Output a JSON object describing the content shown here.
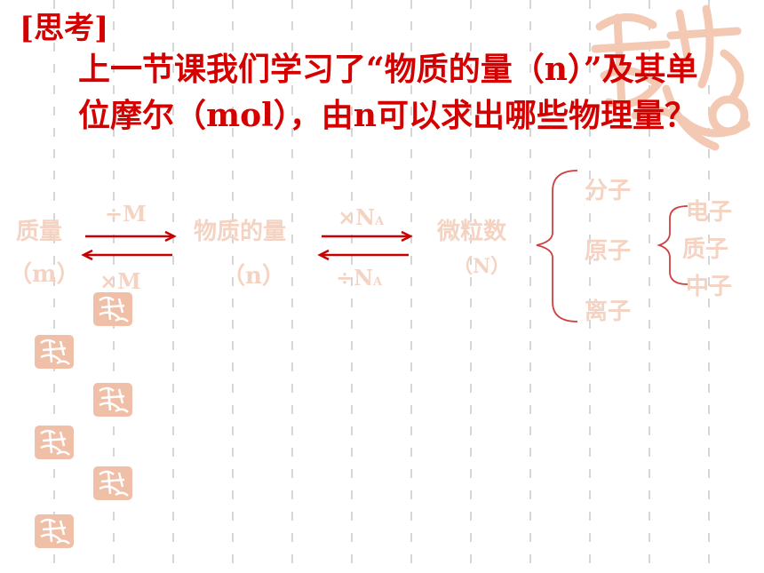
{
  "heading": "[思考]",
  "question": "上一节课我们学习了“物质的量（n）”及其单位摩尔（mol），由n可以求出哪些物理量？",
  "diagram": {
    "mass_label": "质量",
    "mass_symbol": "（m）",
    "op_div_m": "÷M",
    "op_mul_m": "×M",
    "amount_label": "物质的量",
    "amount_symbol": "（n）",
    "op_mul_na": "×N",
    "op_div_na": "÷N",
    "na_subscript": "A",
    "particles_label": "微粒数",
    "particles_symbol": "（N）",
    "particles": [
      "分子",
      "原子",
      "离子"
    ],
    "subatomic": [
      "电子",
      "质子",
      "中子"
    ]
  },
  "colors": {
    "accent": "#d40000",
    "faint_text": "#f5d3c2",
    "arrow": "#c80000",
    "brace": "#d04040",
    "seal": "#f3c9b4"
  },
  "icons": {
    "seal": "auspicious-seal-icon",
    "stamp": "small-seal-stamp-icon"
  }
}
